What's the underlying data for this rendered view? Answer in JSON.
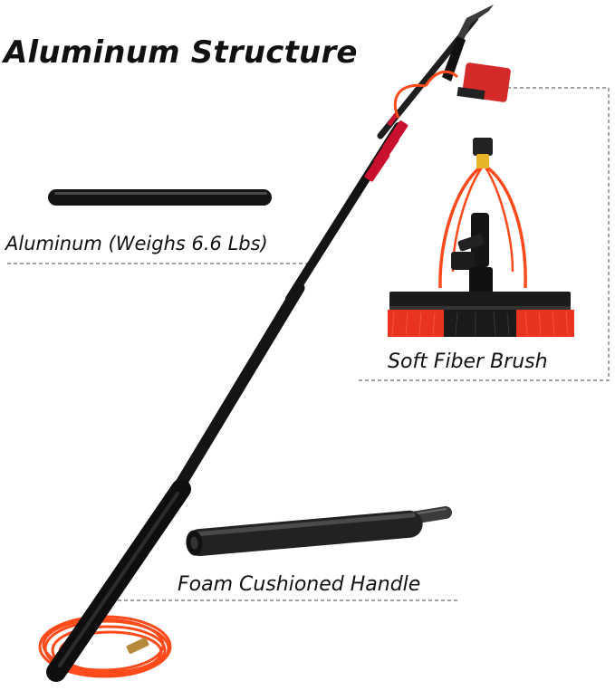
{
  "heading": {
    "title": "Aluminum Structure"
  },
  "callouts": {
    "material": "Aluminum (Weighs 6.6 Lbs)",
    "brush": "Soft Fiber Brush",
    "handle": "Foam Cushioned Handle"
  },
  "colors": {
    "pole": "#141414",
    "accent_red": "#c8102e",
    "hose_orange": "#ff4a1c",
    "bristle_red": "#e8341e",
    "bristle_black": "#1a1a1a"
  }
}
